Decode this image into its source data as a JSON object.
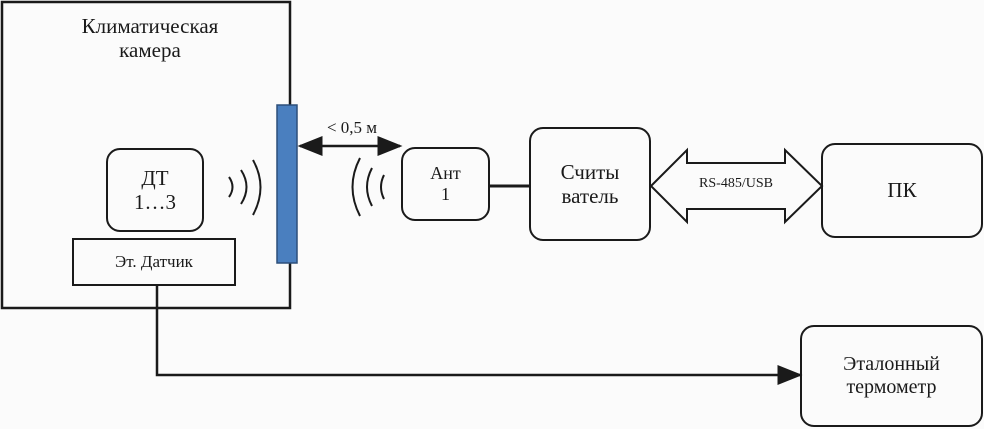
{
  "diagram": {
    "chamber": {
      "title_line1": "Климатическая",
      "title_line2": "камера"
    },
    "sensor_dt": {
      "line1": "ДТ",
      "line2": "1…3"
    },
    "reference_sensor": {
      "label": "Эт. Датчик"
    },
    "distance": {
      "label": "< 0,5 м"
    },
    "antenna": {
      "line1": "Ант",
      "line2": "1"
    },
    "reader": {
      "line1": "Считы",
      "line2": "ватель"
    },
    "interface": {
      "label": "RS-485/USB"
    },
    "pc": {
      "label": "ПК"
    },
    "reference_thermometer": {
      "line1": "Эталонный",
      "line2": "термометр"
    },
    "colors": {
      "window_bar": "#4a7fbf",
      "line": "#1a1a1a"
    }
  }
}
